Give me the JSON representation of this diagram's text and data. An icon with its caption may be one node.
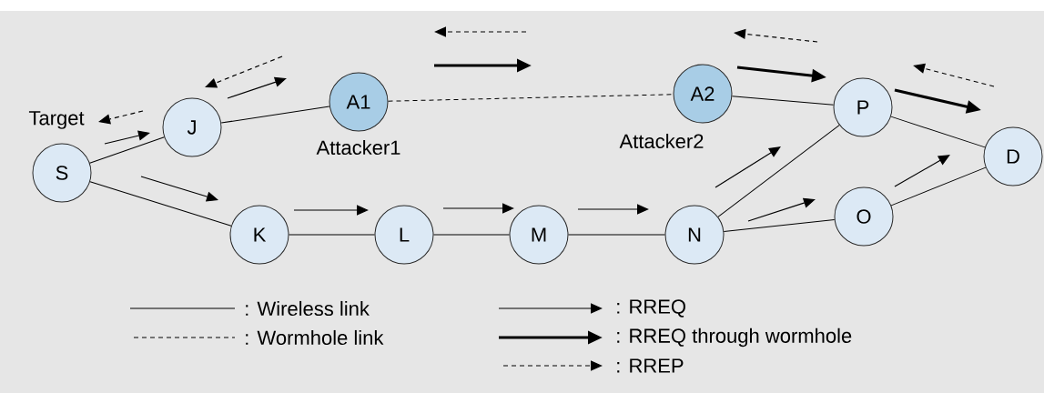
{
  "diagram": {
    "nodes": [
      {
        "text": [
          "S"
        ]
      },
      {
        "text": [
          "J"
        ]
      },
      {
        "text": [
          "A1"
        ],
        "beside": [
          "Attacker1"
        ]
      },
      {
        "text": [
          "A2"
        ],
        "beside": [
          "Attacker2"
        ]
      },
      {
        "text": [
          "P"
        ]
      },
      {
        "text": [
          "D"
        ]
      },
      {
        "text": [
          "K"
        ]
      },
      {
        "text": [
          "L"
        ]
      },
      {
        "text": [
          "M"
        ]
      },
      {
        "text": [
          "N"
        ]
      },
      {
        "text": [
          "O"
        ]
      }
    ],
    "edges": [
      {
        "from": 0,
        "to": 1,
        "arrow": "none"
      },
      {
        "from": 1,
        "to": 2,
        "arrow": "none"
      },
      {
        "from": 2,
        "to": 3,
        "arrow": "none",
        "style": "dashed"
      },
      {
        "from": 3,
        "to": 4,
        "arrow": "none"
      },
      {
        "from": 4,
        "to": 5,
        "arrow": "none"
      },
      {
        "from": 0,
        "to": 6,
        "arrow": "none"
      },
      {
        "from": 6,
        "to": 7,
        "arrow": "none"
      },
      {
        "from": 7,
        "to": 8,
        "arrow": "none"
      },
      {
        "from": 8,
        "to": 9,
        "arrow": "none"
      },
      {
        "from": 9,
        "to": 4,
        "arrow": "none"
      },
      {
        "from": 9,
        "to": 10,
        "arrow": "none"
      },
      {
        "from": 10,
        "to": 5,
        "arrow": "none"
      }
    ],
    "labels": [
      "Target"
    ],
    "legend": [
      {
        "text": ": Wireless link"
      },
      {
        "text": ": Wormhole link"
      },
      {
        "text": ": RREQ"
      },
      {
        "text": ": RREQ through wormhole"
      },
      {
        "text": ": RREP"
      }
    ]
  }
}
